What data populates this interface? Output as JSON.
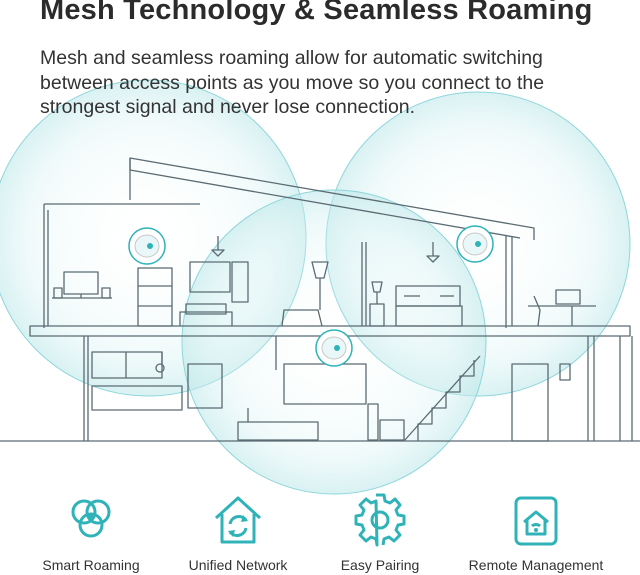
{
  "header": {
    "title": "Mesh Technology & Seamless Roaming",
    "description": "Mesh and seamless roaming allow for automatic switching between access points as you move so you connect to the strongest signal and never lose connection."
  },
  "colors": {
    "accent": "#2fb3b8",
    "coverage_fill": "#cfeef0",
    "line": "#5a6b73",
    "text": "#2a2a2a"
  },
  "features": [
    {
      "label": "Smart Roaming",
      "icon": "smart-roaming-icon"
    },
    {
      "label": "Unified Network",
      "icon": "unified-network-icon"
    },
    {
      "label": "Easy Pairing",
      "icon": "easy-pairing-icon"
    },
    {
      "label": "Remote Management",
      "icon": "remote-management-icon"
    }
  ]
}
